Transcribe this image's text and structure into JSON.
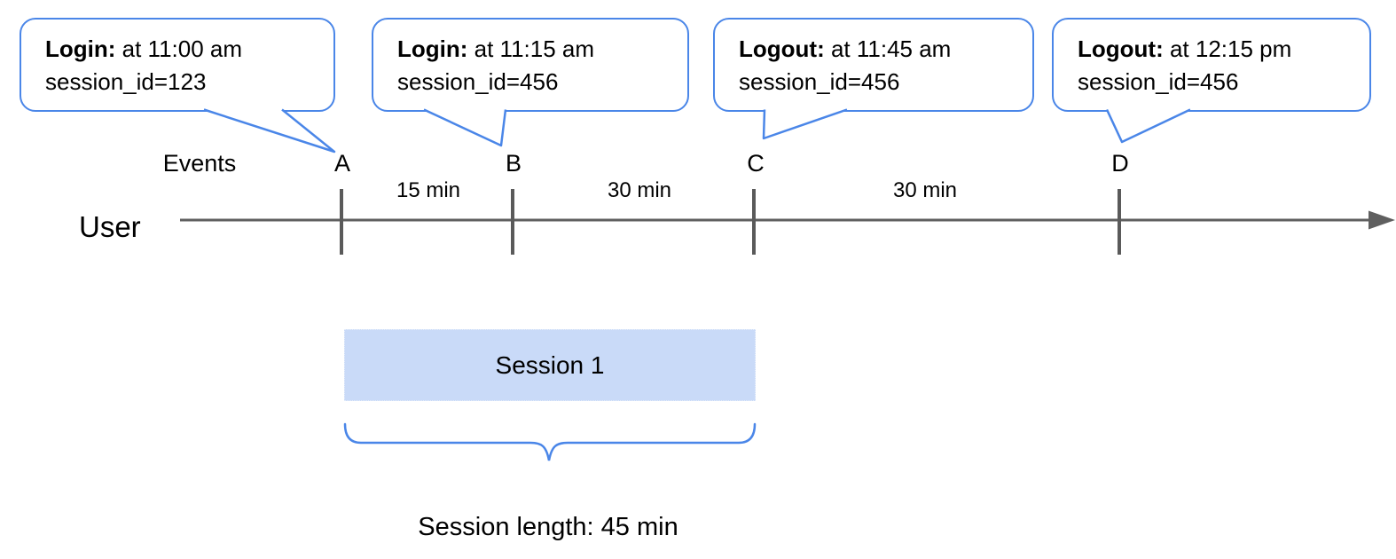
{
  "callouts": [
    {
      "event": "A",
      "title": "Login:",
      "time": " at 11:00 am",
      "session": "session_id=123"
    },
    {
      "event": "B",
      "title": "Login:",
      "time": " at 11:15 am",
      "session": "session_id=456"
    },
    {
      "event": "C",
      "title": "Logout:",
      "time": " at 11:45 am",
      "session": "session_id=456"
    },
    {
      "event": "D",
      "title": "Logout:",
      "time": " at 12:15 pm",
      "session": "session_id=456"
    }
  ],
  "timeline": {
    "events_label": "Events",
    "user_label": "User",
    "markers": [
      "A",
      "B",
      "C",
      "D"
    ],
    "intervals": [
      "15 min",
      "30 min",
      "30 min"
    ]
  },
  "session": {
    "box_label": "Session 1",
    "length_label": "Session length: 45 min"
  },
  "colors": {
    "accent_blue": "#4a86e8",
    "session_fill": "#c9daf8",
    "axis_gray": "#5f5f5f",
    "text": "#000000"
  }
}
